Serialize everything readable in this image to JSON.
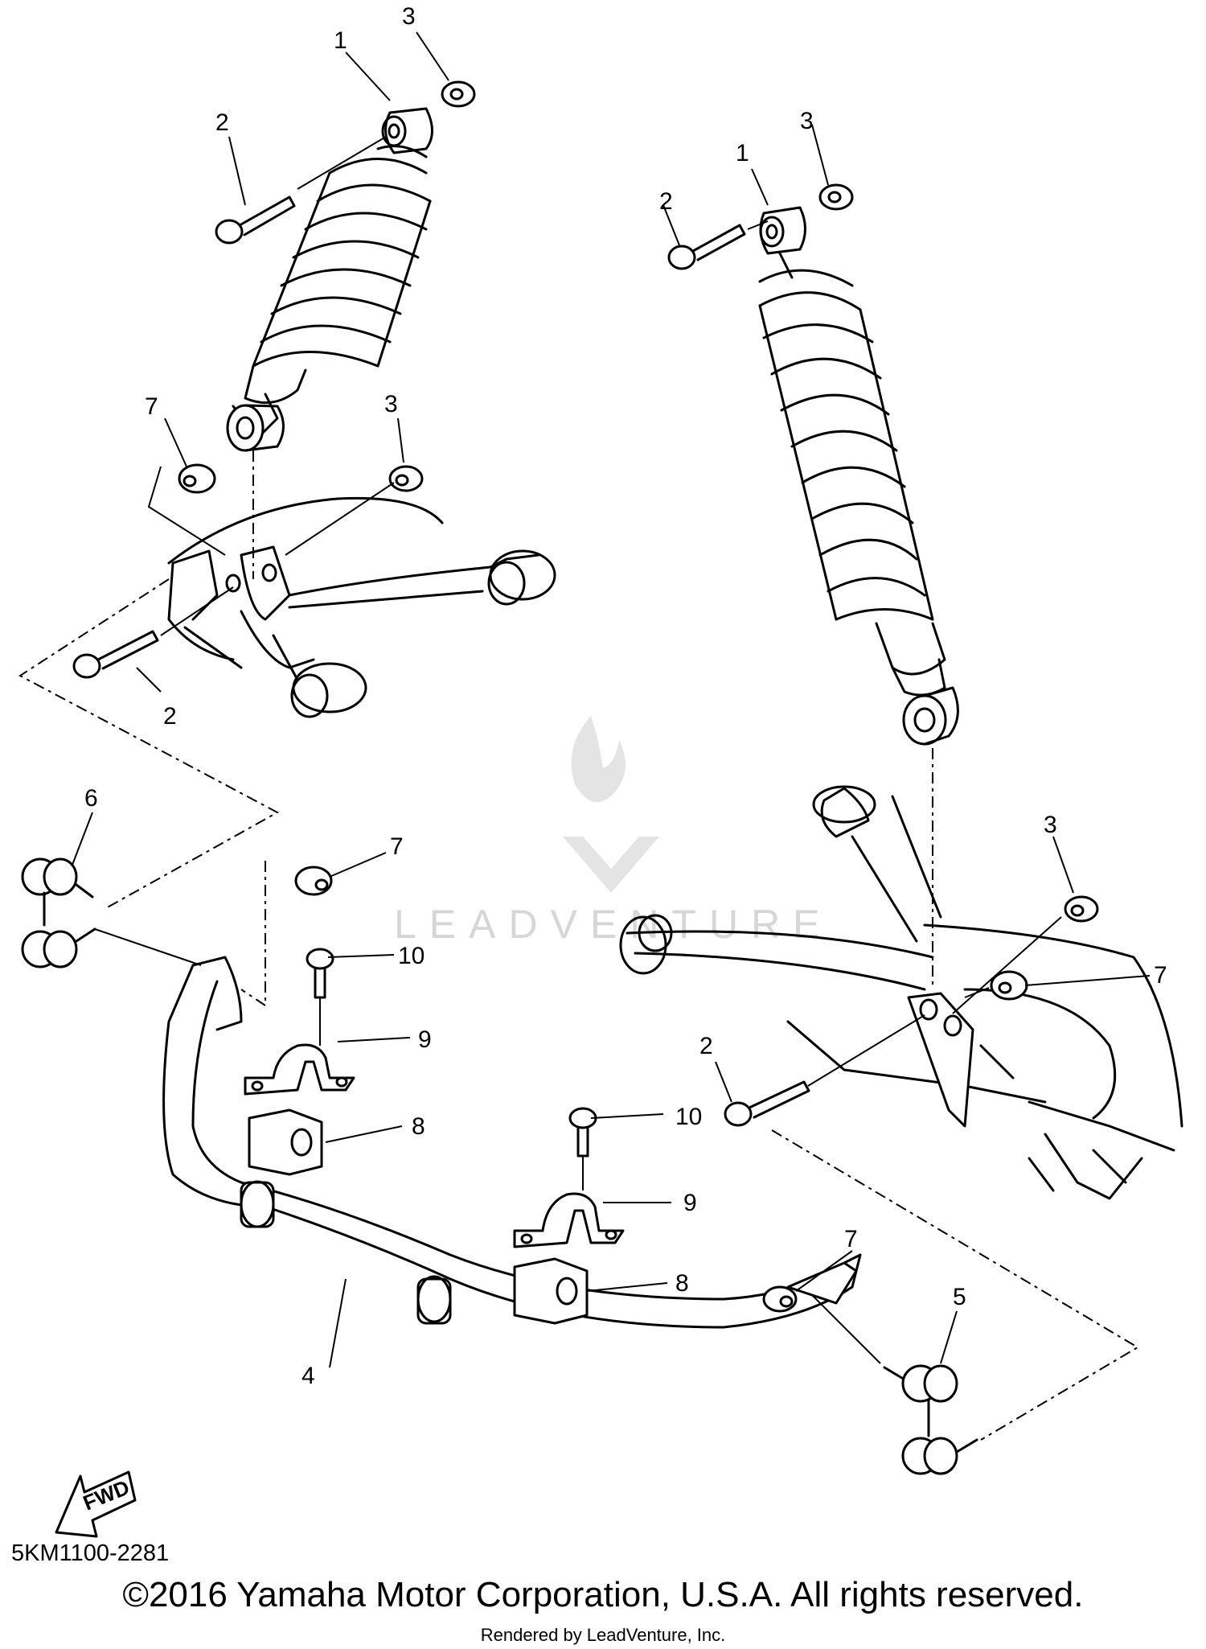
{
  "callouts": {
    "c1a": "1",
    "c1b": "1",
    "c2a": "2",
    "c2b": "2",
    "c2c": "2",
    "c2d": "2",
    "c3a": "3",
    "c3b": "3",
    "c3c": "3",
    "c3d": "3",
    "c4": "4",
    "c5": "5",
    "c6": "6",
    "c7a": "7",
    "c7b": "7",
    "c7c": "7",
    "c7d": "7",
    "c8a": "8",
    "c8b": "8",
    "c9a": "9",
    "c9b": "9",
    "c10a": "10",
    "c10b": "10"
  },
  "fwd_label": "FWD",
  "watermark": "LEADVENTURE",
  "diagram_code": "5KM1100-2281",
  "copyright": "©2016 Yamaha Motor Corporation, U.S.A. All rights reserved.",
  "rendered_by": "Rendered by LeadVenture, Inc."
}
